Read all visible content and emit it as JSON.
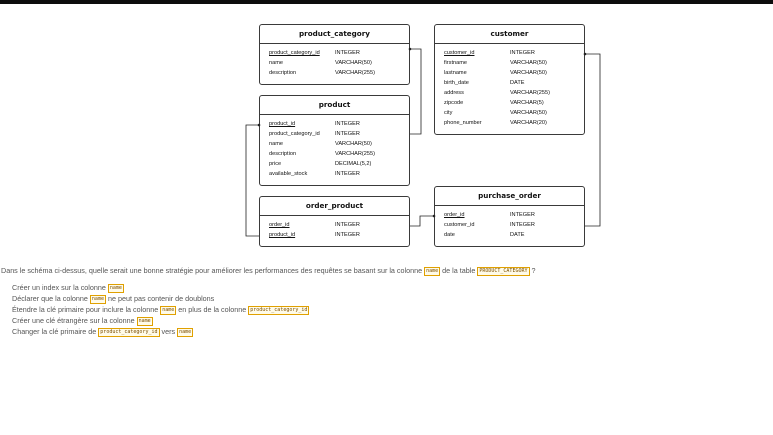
{
  "tables": {
    "product_category": {
      "title": "product_category",
      "rows": [
        {
          "name": "product_category_id",
          "type": "INTEGER",
          "pk": true
        },
        {
          "name": "name",
          "type": "VARCHAR(50)",
          "pk": false
        },
        {
          "name": "description",
          "type": "VARCHAR(255)",
          "pk": false
        }
      ]
    },
    "customer": {
      "title": "customer",
      "rows": [
        {
          "name": "customer_id",
          "type": "INTEGER",
          "pk": true
        },
        {
          "name": "firstname",
          "type": "VARCHAR(50)",
          "pk": false
        },
        {
          "name": "lastname",
          "type": "VARCHAR(50)",
          "pk": false
        },
        {
          "name": "birth_date",
          "type": "DATE",
          "pk": false
        },
        {
          "name": "address",
          "type": "VARCHAR(255)",
          "pk": false
        },
        {
          "name": "zipcode",
          "type": "VARCHAR(5)",
          "pk": false
        },
        {
          "name": "city",
          "type": "VARCHAR(50)",
          "pk": false
        },
        {
          "name": "phone_number",
          "type": "VARCHAR(20)",
          "pk": false
        }
      ]
    },
    "product": {
      "title": "product",
      "rows": [
        {
          "name": "product_id",
          "type": "INTEGER",
          "pk": true
        },
        {
          "name": "product_category_id",
          "type": "INTEGER",
          "pk": false
        },
        {
          "name": "name",
          "type": "VARCHAR(50)",
          "pk": false
        },
        {
          "name": "description",
          "type": "VARCHAR(255)",
          "pk": false
        },
        {
          "name": "price",
          "type": "DECIMAL(5,2)",
          "pk": false
        },
        {
          "name": "available_stock",
          "type": "INTEGER",
          "pk": false
        }
      ]
    },
    "order_product": {
      "title": "order_product",
      "rows": [
        {
          "name": "order_id",
          "type": "INTEGER",
          "pk": true
        },
        {
          "name": "product_id",
          "type": "INTEGER",
          "pk": true
        }
      ]
    },
    "purchase_order": {
      "title": "purchase_order",
      "rows": [
        {
          "name": "order_id",
          "type": "INTEGER",
          "pk": true
        },
        {
          "name": "customer_id",
          "type": "INTEGER",
          "pk": false
        },
        {
          "name": "date",
          "type": "DATE",
          "pk": false
        }
      ]
    }
  },
  "question": {
    "part1": "Dans le schéma ci-dessus, quelle serait une bonne stratégie pour améliorer les performances des requêtes se basant sur la colonne",
    "code1": "name",
    "part2": "de la table",
    "code2": "PRODUCT_CATEGORY",
    "part3": "?"
  },
  "options": [
    {
      "segments": [
        {
          "t": "Créer un index sur la colonne "
        },
        {
          "c": "name"
        }
      ]
    },
    {
      "segments": [
        {
          "t": "Déclarer que la colonne "
        },
        {
          "c": "name"
        },
        {
          "t": " ne peut pas contenir de doublons"
        }
      ]
    },
    {
      "segments": [
        {
          "t": "Étendre la clé primaire pour inclure la colonne "
        },
        {
          "c": "name"
        },
        {
          "t": " en plus de la colonne "
        },
        {
          "c": "product_category_id"
        }
      ]
    },
    {
      "segments": [
        {
          "t": "Créer une clé étrangère sur la colonne "
        },
        {
          "c": "name"
        }
      ]
    },
    {
      "segments": [
        {
          "t": "Changer la clé primaire de "
        },
        {
          "c": "product_category_id"
        },
        {
          "t": " vers "
        },
        {
          "c": "name"
        }
      ]
    }
  ]
}
